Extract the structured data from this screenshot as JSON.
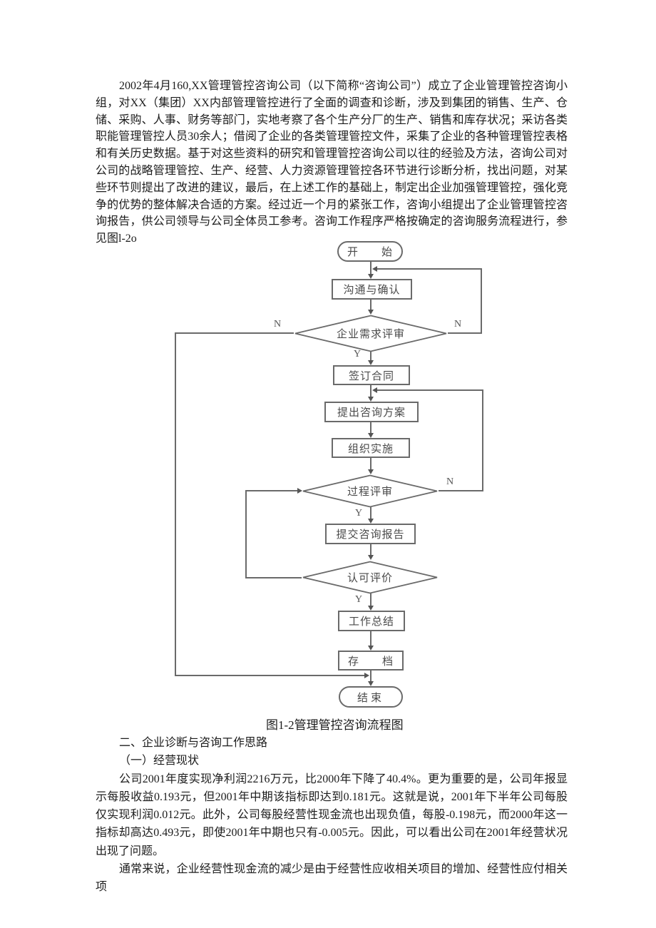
{
  "document": {
    "intro_paragraph": "2002年4月160,XX管理管控咨询公司（以下简称“咨询公司”）成立了企业管理管控咨询小组，对XX（集团）XX内部管理管控进行了全面的调查和诊断，涉及到集团的销售、生产、仓储、采购、人事、财务等部门，实地考察了各个生产分厂的生产、销售和库存状况；采访各类职能管理管控人员30余人；借阅了企业的各类管理管控文件，采集了企业的各种管理管控表格和有关历史数据。基于对这些资料的研究和管理管控咨询公司以往的经验及方法，咨询公司对公司的战略管理管控、生产、经营、人力资源管理管控各环节进行诊断分析，找出问题，对某些环节则提出了改进的建议，最后，在上述工作的基础上，制定出企业加强管理管控，强化竞争的优势的整体解决合适的方案。经过近一个月的紧张工作，咨询小组提出了企业管理管控咨询报告，供公司领导与公司全体员工参考。咨询工作程序严格按确定的咨询服务流程进行，参见图l-2o",
    "flowchart": {
      "caption": "图1-2管理管控咨询流程图",
      "yes_label": "Y",
      "no_label": "N",
      "line_color": "#6a6a6a",
      "nodes": {
        "start": "开　　始",
        "communicate": "沟通与确认",
        "needs_review": "企业需求评审",
        "sign_contract": "签订合同",
        "propose_plan": "提出咨询方案",
        "organize": "组织实施",
        "process_review": "过程评审",
        "submit_report": "提交咨询报告",
        "approval_eval": "认可评价",
        "work_summary": "工作总结",
        "archive": "存　　档",
        "end": "结束"
      },
      "edges": [
        {
          "from": "开始",
          "to": "沟通与确认"
        },
        {
          "from": "沟通与确认",
          "to": "企业需求评审"
        },
        {
          "from": "企业需求评审",
          "to": "签订合同",
          "label": "Y"
        },
        {
          "from": "企业需求评审",
          "to": "结束",
          "label": "N"
        },
        {
          "from": "企业需求评审",
          "to": "沟通与确认",
          "label": "N"
        },
        {
          "from": "签订合同",
          "to": "提出咨询方案"
        },
        {
          "from": "提出咨询方案",
          "to": "组织实施"
        },
        {
          "from": "组织实施",
          "to": "过程评审"
        },
        {
          "from": "过程评审",
          "to": "提交咨询报告",
          "label": "Y"
        },
        {
          "from": "过程评审",
          "to": "提出咨询方案",
          "label": "N"
        },
        {
          "from": "提交咨询报告",
          "to": "认可评价"
        },
        {
          "from": "认可评价",
          "to": "工作总结",
          "label": "Y"
        },
        {
          "from": "认可评价",
          "to": "过程评审",
          "label": ""
        },
        {
          "from": "工作总结",
          "to": "存档"
        },
        {
          "from": "存档",
          "to": "结束"
        }
      ]
    },
    "section": {
      "heading": "二、企业诊断与咨询工作思路",
      "subheading": "（一）经营现状",
      "paragraph": "公司2001年度实现净利润2216万元，比2000年下降了40.4%。更为重要的是，公司年报显示每股收益0.193元，但2001年中期该指标即达到0.181元。这就是说，2001年下半年公司每股仅实现利润0.012元。此外，公司每股经营性现金流也出现负值，每股-0.198元，而2000年这一指标却高达0.493元，即使2001年中期也只有-0.005元。因此，可以看出公司在2001年经营状况出现了问题。",
      "paragraph2": "通常来说，企业经营性现金流的减少是由于经营性应收相关项目的增加、经营性应付相关项"
    }
  }
}
